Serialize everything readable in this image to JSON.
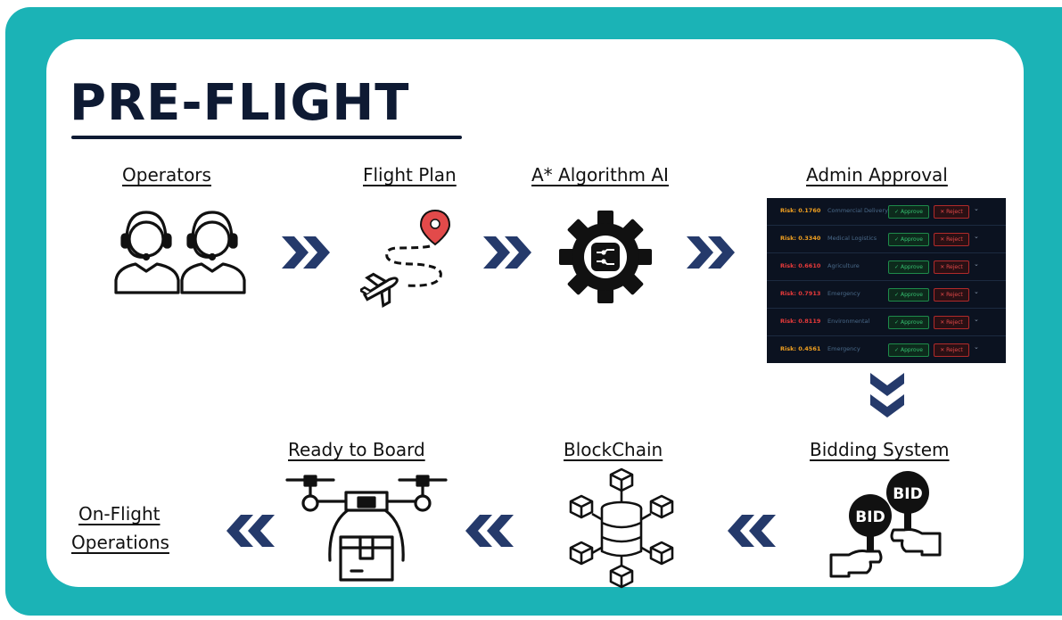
{
  "title": "PRE-FLIGHT",
  "steps": {
    "operators": "Operators",
    "flight_plan": "Flight Plan",
    "algorithm": "A* Algorithm AI",
    "admin_approval": "Admin Approval",
    "bidding": "Bidding System",
    "blockchain": "BlockChain",
    "ready": "Ready to Board",
    "on_flight_line1": "On-Flight",
    "on_flight_line2": "Operations"
  },
  "approval_panel": {
    "approve_label": "Approve",
    "reject_label": "Reject",
    "rows": [
      {
        "risk": "Risk: 0.1760",
        "category": "Commercial Delivery",
        "risk_color": "#f0a020"
      },
      {
        "risk": "Risk: 0.3340",
        "category": "Medical Logistics",
        "risk_color": "#f0a020"
      },
      {
        "risk": "Risk: 0.6610",
        "category": "Agriculture",
        "risk_color": "#e83a3a"
      },
      {
        "risk": "Risk: 0.7913",
        "category": "Emergency",
        "risk_color": "#e83a3a"
      },
      {
        "risk": "Risk: 0.8119",
        "category": "Environmental",
        "risk_color": "#e83a3a"
      },
      {
        "risk": "Risk: 0.4561",
        "category": "Emergency",
        "risk_color": "#f0a020"
      }
    ]
  },
  "icons": {
    "operators": "headset-operators-icon",
    "flight_plan": "airplane-route-pin-icon",
    "algorithm": "ai-gear-icon",
    "bidding": "bid-paddles-icon",
    "blockchain": "blockchain-database-icon",
    "ready": "drone-package-icon",
    "arrow": "double-chevron-icon"
  },
  "colors": {
    "frame": "#1bb3b6",
    "title": "#0e1a33",
    "arrow": "#253a6b",
    "pin": "#e24a4a"
  }
}
